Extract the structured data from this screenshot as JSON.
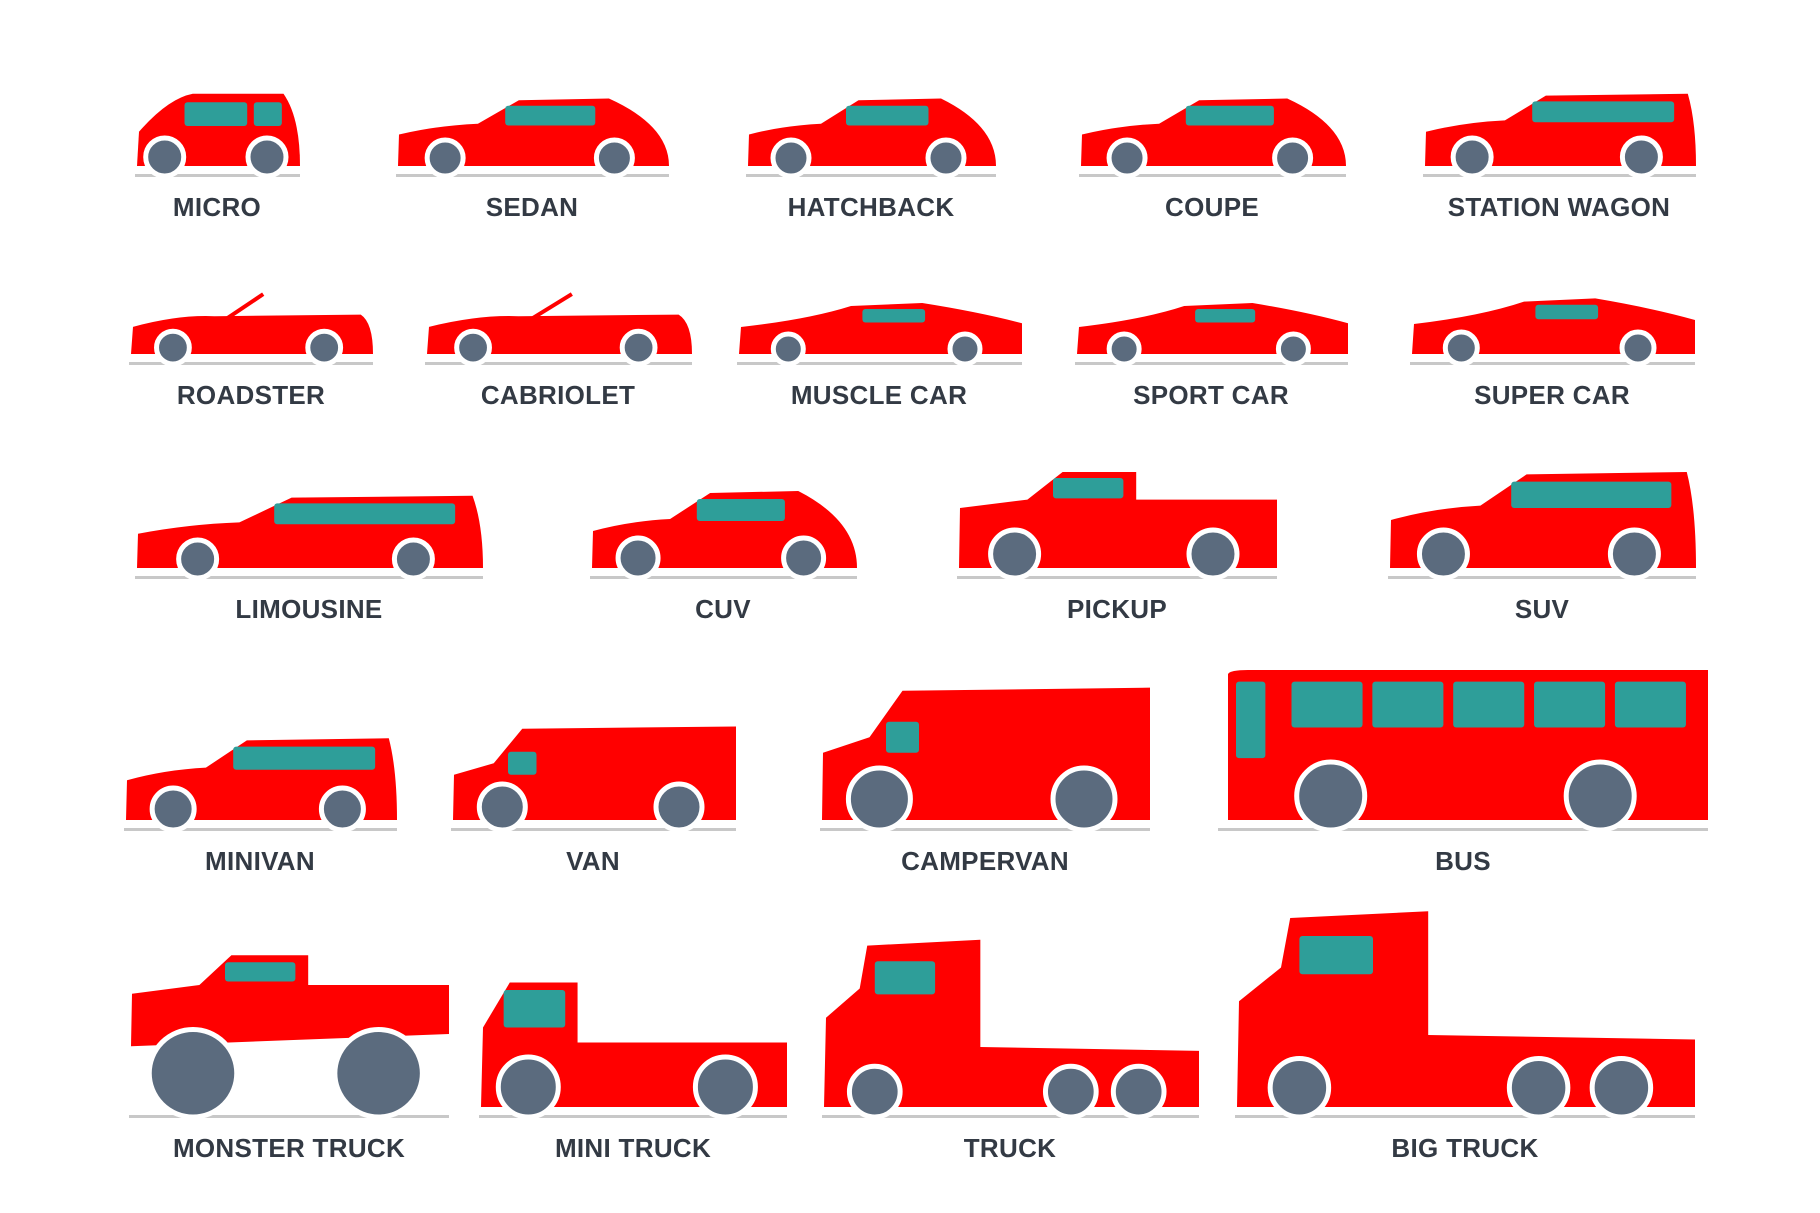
{
  "colors": {
    "body": "#ff0000",
    "window": "#2e9e99",
    "wheel": "#5b6b7e",
    "shadow": "#c8c8c8",
    "label": "#333a44"
  },
  "vehicles": [
    {
      "label": "MICRO",
      "kind": "micro"
    },
    {
      "label": "SEDAN",
      "kind": "sedan"
    },
    {
      "label": "HATCHBACK",
      "kind": "sedan"
    },
    {
      "label": "COUPE",
      "kind": "sedan"
    },
    {
      "label": "STATION WAGON",
      "kind": "wagon"
    },
    {
      "label": "ROADSTER",
      "kind": "convertible"
    },
    {
      "label": "CABRIOLET",
      "kind": "convertible"
    },
    {
      "label": "MUSCLE CAR",
      "kind": "sport"
    },
    {
      "label": "SPORT CAR",
      "kind": "sport"
    },
    {
      "label": "SUPER CAR",
      "kind": "sport"
    },
    {
      "label": "LIMOUSINE",
      "kind": "wagon"
    },
    {
      "label": "CUV",
      "kind": "sedan"
    },
    {
      "label": "PICKUP",
      "kind": "pickup"
    },
    {
      "label": "SUV",
      "kind": "wagon"
    },
    {
      "label": "MINIVAN",
      "kind": "wagon"
    },
    {
      "label": "VAN",
      "kind": "van"
    },
    {
      "label": "CAMPERVAN",
      "kind": "van"
    },
    {
      "label": "BUS",
      "kind": "bus"
    },
    {
      "label": "MONSTER TRUCK",
      "kind": "monster"
    },
    {
      "label": "MINI TRUCK",
      "kind": "minitruck"
    },
    {
      "label": "TRUCK",
      "kind": "truck"
    },
    {
      "label": "BIG TRUCK",
      "kind": "truck"
    }
  ]
}
